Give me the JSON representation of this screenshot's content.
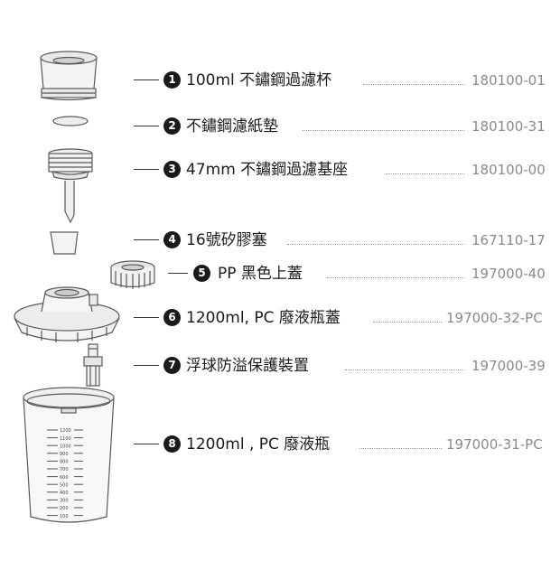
{
  "parts": [
    {
      "num": "1",
      "name": "100ml 不鏽鋼過濾杯",
      "code": "180100-01"
    },
    {
      "num": "2",
      "name": "不鏽鋼濾紙墊",
      "code": "180100-31"
    },
    {
      "num": "3",
      "name": "47mm 不鏽鋼過濾基座",
      "code": "180100-00"
    },
    {
      "num": "4",
      "name": "16號矽膠塞",
      "code": "167110-17"
    },
    {
      "num": "5",
      "name": "PP 黑色上蓋",
      "code": "197000-40"
    },
    {
      "num": "6",
      "name": "1200ml, PC 廢液瓶蓋",
      "code": "197000-32-PC"
    },
    {
      "num": "7",
      "name": "浮球防溢保護裝置",
      "code": "197000-39"
    },
    {
      "num": "8",
      "name": "1200ml , PC 廢液瓶",
      "code": "197000-31-PC"
    }
  ],
  "scale_marks": [
    "1200",
    "1100",
    "1000",
    "900",
    "800",
    "700",
    "600",
    "500",
    "400",
    "300",
    "200",
    "100"
  ],
  "colors": {
    "line": "#333333",
    "text": "#1a1a1a",
    "code": "#8a8a8a",
    "dots": "#9a9a9a"
  }
}
